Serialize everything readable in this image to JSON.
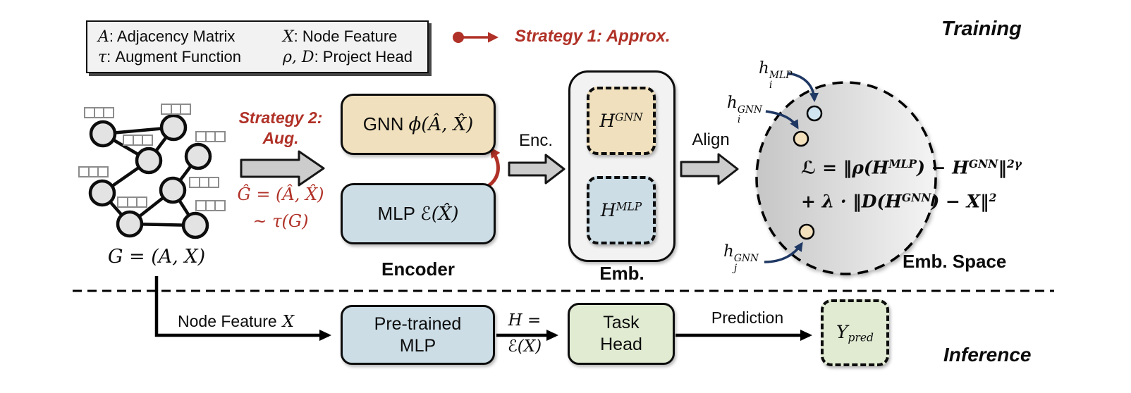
{
  "colors": {
    "red": "#b03127",
    "navy": "#1f3864",
    "tan": "#f0e0bd",
    "blue": "#ccdde6",
    "green": "#e0ebd2",
    "panel": "#f2f2f2"
  },
  "legend": {
    "items": [
      {
        "sym": "A",
        "label": ": Adjacency Matrix"
      },
      {
        "sym": "X",
        "label": ": Node Feature"
      },
      {
        "sym": "τ",
        "label": ": Augment Function"
      },
      {
        "sym": "ρ, D",
        "label": ": Project Head"
      }
    ]
  },
  "strategy1": {
    "label": "Strategy 1: Approx."
  },
  "strategy2": {
    "line1": "Strategy 2:",
    "line2": "Aug.",
    "formula1": "Ĝ = (Â, X̂)",
    "formula2": "~ τ(G)"
  },
  "graph": {
    "label": "G = (A, X)"
  },
  "phase": {
    "training": "Training",
    "inference": "Inference"
  },
  "encoder": {
    "gnn_prefix": "GNN",
    "gnn_math": "ϕ(Â, X̂)",
    "mlp_prefix": "MLP",
    "mlp_math": "ℰ(X̂)",
    "caption": "Encoder"
  },
  "enc_arrow": {
    "label": "Enc."
  },
  "emb": {
    "hgnn_base": "H",
    "hgnn_sup": "GNN",
    "hmlp_base": "H",
    "hmlp_sup": "MLP",
    "caption": "Emb."
  },
  "align_arrow": {
    "label": "Align"
  },
  "emb_space": {
    "caption": "Emb. Space",
    "points": [
      {
        "base": "h",
        "sub": "i",
        "sup": "MLP"
      },
      {
        "base": "h",
        "sub": "i",
        "sup": "GNN"
      },
      {
        "base": "h",
        "sub": "j",
        "sup": "GNN"
      }
    ],
    "loss_l1": [
      "ℒ = ‖ρ(H",
      "MLP",
      ") − H",
      "GNN",
      "‖",
      "2γ"
    ],
    "loss_l2": [
      "+ λ · ‖D(H",
      "GNN",
      ") − X‖",
      "2"
    ]
  },
  "inference_flow": {
    "node_feature_prefix": "Node Feature",
    "node_feature_sym": "X",
    "pretrained_l1": "Pre-trained",
    "pretrained_l2": "MLP",
    "h_eq_top": "H =",
    "h_eq_bottom": "ℰ(X)",
    "task_l1": "Task",
    "task_l2": "Head",
    "prediction": "Prediction",
    "ypred_base": "Y",
    "ypred_sub": "pred"
  }
}
